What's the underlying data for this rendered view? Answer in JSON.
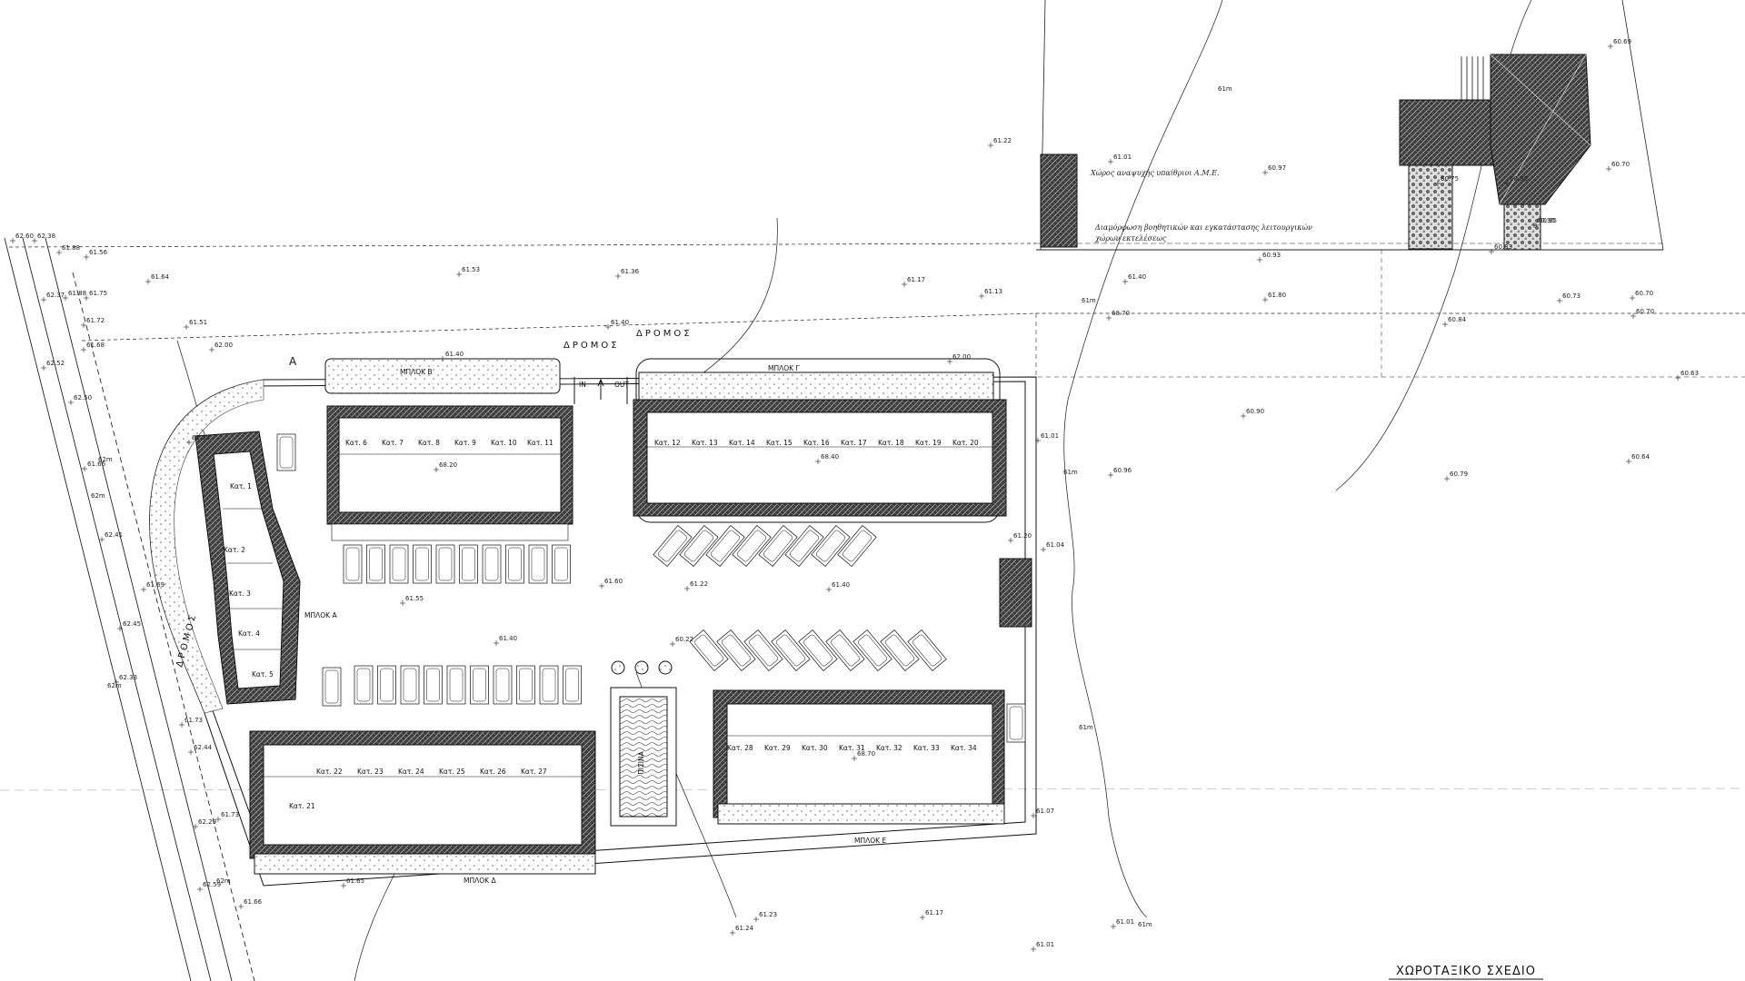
{
  "drawing_title": "ΧΩΡΟΤΑΞΙΚΟ ΣΧΕΔΙΟ",
  "roads": {
    "top_road_1": "ΔΡΟΜΟΣ",
    "top_road_2": "ΔΡΟΜΟΣ",
    "side_road": "ΔΡΟΜΟΣ"
  },
  "entrance": {
    "in_label": "IN",
    "out_label": "OUT"
  },
  "section_mark": "A",
  "blocks": {
    "a": "ΜΠΛΟΚ Α",
    "b": "ΜΠΛΟΚ Β",
    "g": "ΜΠΛΟΚ Γ",
    "d": "ΜΠΛΟΚ Δ",
    "e": "ΜΠΛΟΚ Ε"
  },
  "units": {
    "block_a": [
      "Κατ. 1",
      "Κατ. 2",
      "Κατ. 3",
      "Κατ. 4",
      "Κατ. 5"
    ],
    "block_b": [
      "Κατ. 6",
      "Κατ. 7",
      "Κατ. 8",
      "Κατ. 9",
      "Κατ. 10",
      "Κατ. 11"
    ],
    "block_g": [
      "Κατ. 12",
      "Κατ. 13",
      "Κατ. 14",
      "Κατ. 15",
      "Κατ. 16",
      "Κατ. 17",
      "Κατ. 18",
      "Κατ. 19",
      "Κατ. 20"
    ],
    "block_d": [
      "Κατ. 21",
      "Κατ. 22",
      "Κατ. 23",
      "Κατ. 24",
      "Κατ. 25",
      "Κατ. 26",
      "Κατ. 27"
    ],
    "block_e": [
      "Κατ. 28",
      "Κατ. 29",
      "Κατ. 30",
      "Κατ. 31",
      "Κατ. 32",
      "Κατ. 33",
      "Κατ. 34"
    ]
  },
  "pool_label": "ΠΙΣΙΝΑ",
  "handwritten_notes": {
    "note_1": "Χώρος αναψυχής υπαίθριοι Α.Μ.Ε.",
    "note_2": "Διαμόρφωση βοηθητικών και εγκατάστασης λειτουργικών",
    "note_3": "χώρων εκτελέσεως"
  },
  "elevations": [
    "62.60",
    "62.38",
    "61.88",
    "61.56",
    "62.37",
    "61.88",
    "61.75",
    "61.72",
    "61.68",
    "62.52",
    "62.50",
    "61.64",
    "61.53",
    "61.36",
    "61.17",
    "61.13",
    "61.40",
    "61.40",
    "61.51",
    "62.00",
    "61.40",
    "62.00",
    "61.22",
    "61.01",
    "60.97",
    "60.95",
    "60.93",
    "61.80",
    "60.73",
    "60.70",
    "60.69",
    "60.70",
    "60.83",
    "60.95",
    "60.84",
    "60.70",
    "60.63",
    "60.90",
    "60.64",
    "60.79",
    "60.96",
    "61.01",
    "61.04",
    "61.20",
    "61.55",
    "61.66",
    "62.41",
    "61.69",
    "62.45",
    "62.33",
    "61.73",
    "62.44",
    "62.29",
    "61.73",
    "62.59",
    "61.66",
    "61.65",
    "61.23",
    "61.24",
    "61.17",
    "61.01",
    "61.07",
    "61.01",
    "60.75",
    "60.95",
    "61.60",
    "61.55",
    "61.22",
    "61.40",
    "61.40",
    "60.22",
    "68.70",
    "68.20",
    "68.40",
    "68.70"
  ],
  "contour_labels": [
    "61m",
    "61m",
    "61m",
    "61m",
    "61m",
    "62m",
    "62m",
    "62m",
    "62m"
  ]
}
